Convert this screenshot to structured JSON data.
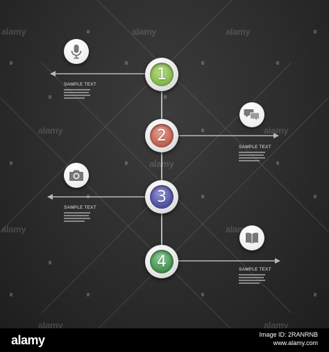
{
  "steps": [
    {
      "number": "1",
      "color": "#8fbf5a",
      "caption": "SAMPLE TEXT",
      "icon": "microphone-icon",
      "side": "left"
    },
    {
      "number": "2",
      "color": "#c96a5a",
      "caption": "SAMPLE TEXT",
      "icon": "speech-bubbles-icon",
      "side": "right"
    },
    {
      "number": "3",
      "color": "#5a5aa8",
      "caption": "SAMPLE TEXT",
      "icon": "camera-icon",
      "side": "left"
    },
    {
      "number": "4",
      "color": "#4f9a5a",
      "caption": "SAMPLE TEXT",
      "icon": "book-icon",
      "side": "right"
    }
  ],
  "colors": {
    "line": "#b9b9b9",
    "background": "#2e2e2e"
  },
  "watermark": {
    "text": "alamy"
  },
  "footer": {
    "logo": "alamy",
    "image_id_line": "Image ID: 2RANRNB",
    "url_line": "www.alamy.com"
  }
}
